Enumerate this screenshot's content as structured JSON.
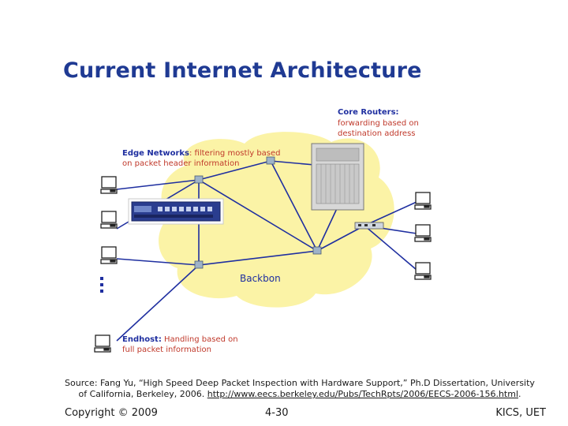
{
  "slide": {
    "title": "Current Internet Architecture"
  },
  "diagram": {
    "core_label": {
      "title": "Core Routers:",
      "line1": "forwarding based on",
      "line2": "destination address"
    },
    "edge_label": {
      "title": "Edge Networks",
      "line1_rest": ": filtering mostly based",
      "line2": "on packet header information"
    },
    "endhost_label": {
      "title": "Endhost:",
      "line1_rest": " Handling based on",
      "line2": "full packet information"
    },
    "backbone_label": "Backbon",
    "colors": {
      "cloud": "#fbf3a6",
      "link": "#1f2fa0",
      "label_title": "#1f2fa0",
      "label_detail": "#c0392b"
    }
  },
  "source": {
    "text": "Source: Fang Yu, “High Speed Deep Packet Inspection with Hardware Support,” Ph.D Dissertation, University of California, Berkeley, 2006.",
    "url": "http://www.eecs.berkeley.edu/Pubs/TechRpts/2006/EECS-2006-156.html",
    "end": "."
  },
  "footer": {
    "copyright": "Copyright © 2009",
    "page": "4-30",
    "org": "KICS, UET"
  }
}
